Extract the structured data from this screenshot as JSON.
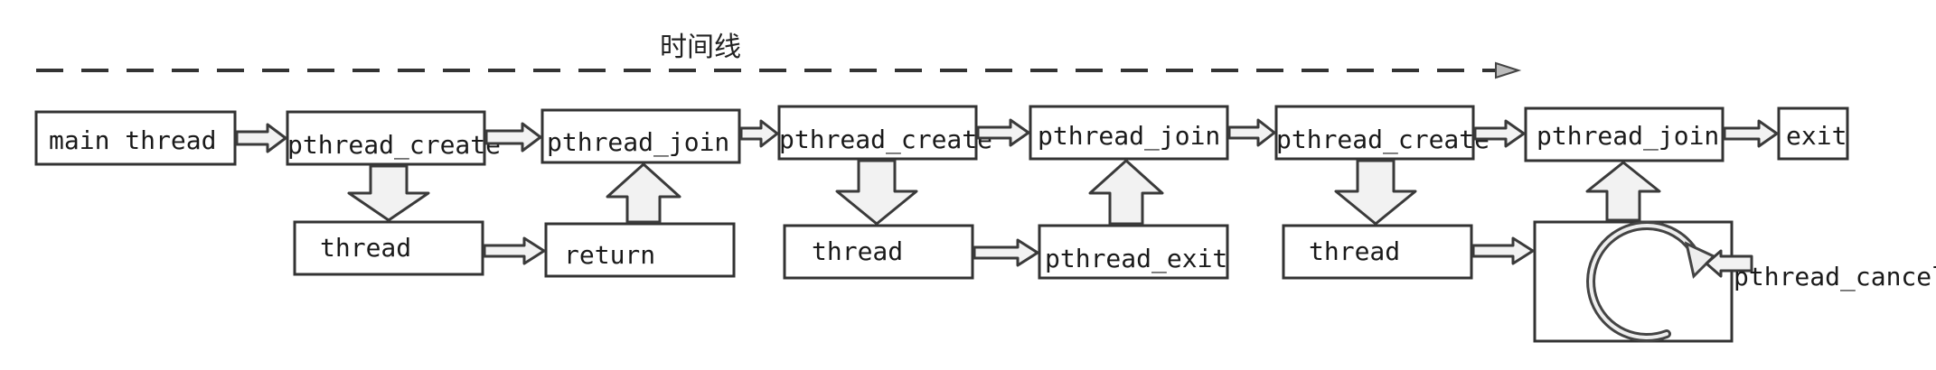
{
  "timeline": {
    "label": "时间线"
  },
  "nodes": {
    "main_thread": "main thread",
    "create_1": "pthread_create",
    "join_1": "pthread_join",
    "create_2": "pthread_create",
    "join_2": "pthread_join",
    "create_3": "pthread_create",
    "join_3": "pthread_join",
    "exit": "exit",
    "thread_1": "thread",
    "return": "return",
    "thread_2": "thread",
    "pthread_exit": "pthread_exit",
    "thread_3": "thread"
  },
  "cancel_label": "pthread_cancel",
  "colors": {
    "stroke": "#333333",
    "arrow_fill": "#f2f2f2",
    "background": "#ffffff"
  }
}
